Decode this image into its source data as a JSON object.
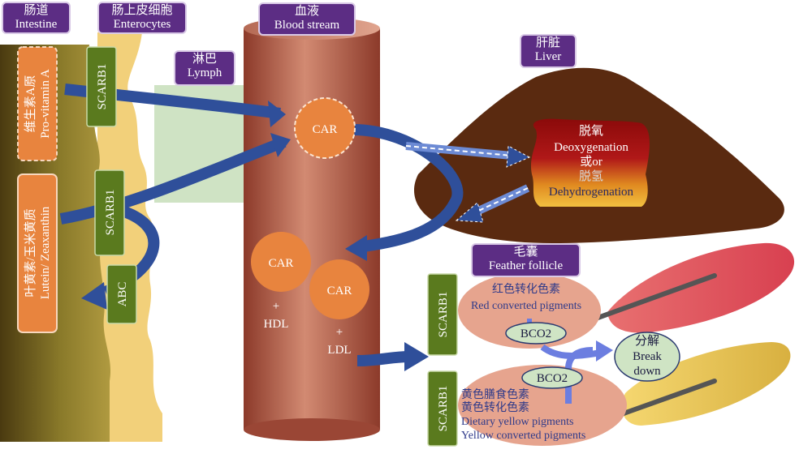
{
  "labels": {
    "intestine": {
      "zh": "肠道",
      "en": "Intestine"
    },
    "enterocytes": {
      "zh": "肠上皮细胞",
      "en": "Enterocytes"
    },
    "blood": {
      "zh": "血液",
      "en": "Blood stream"
    },
    "lymph": {
      "zh": "淋巴",
      "en": "Lymph"
    },
    "liver": {
      "zh": "肝脏",
      "en": "Liver"
    },
    "follicle": {
      "zh": "毛囊",
      "en": "Feather follicle"
    }
  },
  "pigments": {
    "provitamin_zh": "维生素A原",
    "provitamin_en": "Pro-vitamin A",
    "lutein": "叶黄素/玉米黄质",
    "lutein_en": "Lutein/ Zeaxanthin"
  },
  "transporters": {
    "scarb1": "SCARB1",
    "abc": "ABC",
    "bco2": "BCO2"
  },
  "blood_items": {
    "car": "CAR",
    "plus": "+",
    "hdl": "HDL",
    "ldl": "LDL"
  },
  "liver_process": {
    "deoxy_zh": "脱氧",
    "deoxy_en": "Deoxygenation",
    "or": "或or",
    "dehydro_zh": "脱氢",
    "dehydro_en": "Dehydrogenation"
  },
  "follicle_pigments": {
    "red_zh": "红色转化色素",
    "red_en": "Red converted pigments",
    "yellow_zh1": "黄色膳食色素",
    "yellow_zh2": "黄色转化色素",
    "yellow_en1": "Dietary yellow pigments",
    "yellow_en2": "Yellow converted pigments"
  },
  "breakdown": {
    "zh": "分解",
    "en1": "Break",
    "en2": "down"
  },
  "colors": {
    "label_bg": "#5c2d84",
    "scarb_green": "#5a7a1e",
    "car_orange": "#e8843e",
    "arrow_blue": "#2f4f9a",
    "liver_brown": "#5a2a10",
    "vessel_red": "#b05b45"
  }
}
